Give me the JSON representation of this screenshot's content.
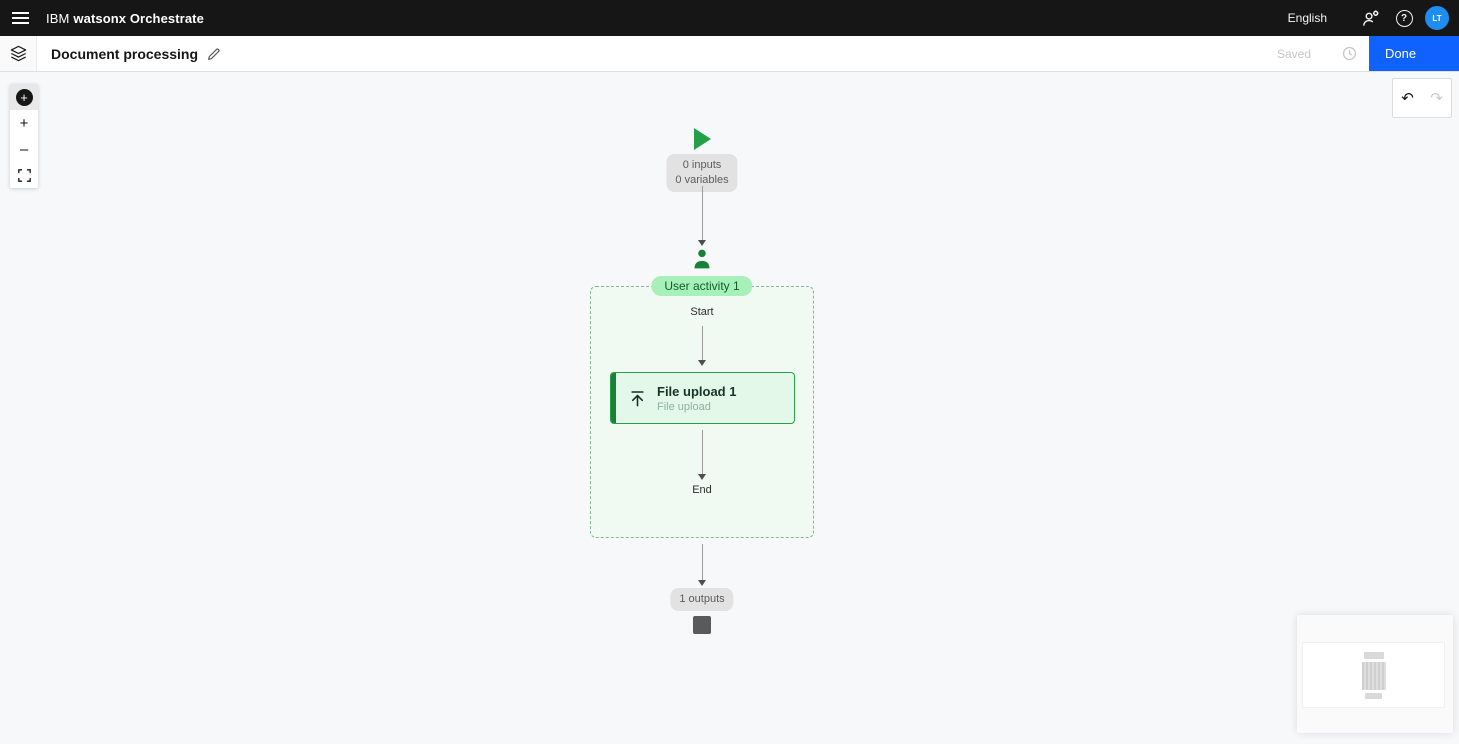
{
  "header": {
    "brand_prefix": "IBM",
    "brand_name": "watsonx Orchestrate",
    "language_label": "English",
    "avatar_initials": "LT"
  },
  "toolbar": {
    "flow_title": "Document processing",
    "saved_status": "Saved",
    "done_button": "Done"
  },
  "zoom_toolbar": {
    "add_node_glyph": "+",
    "zoom_in_glyph": "+",
    "zoom_out_glyph": "–"
  },
  "undo_redo": {
    "undo_glyph": "↶",
    "redo_glyph": "↷"
  },
  "flow": {
    "input_badge": {
      "line1": "0 inputs",
      "line2": "0 variables"
    },
    "user_activity": {
      "label": "User activity 1",
      "start_label": "Start",
      "end_label": "End",
      "node": {
        "title": "File upload 1",
        "subtitle": "File upload"
      }
    },
    "output_badge": "1 outputs"
  },
  "icons": {
    "hamburger": "menu",
    "user_settings": "person-with-gear",
    "help": "?",
    "layers": "stacked-layers",
    "edit": "pencil",
    "history": "clock",
    "fit_to_screen": "corner-brackets",
    "upload": "arrow-up-with-bar",
    "user_activity": "person",
    "start": "play-triangle",
    "end": "square"
  },
  "colors": {
    "header_bg": "#161616",
    "primary_blue": "#0f62fe",
    "green_accent": "#24a148",
    "dark_green": "#198038",
    "pill_bg": "#a7f0ba",
    "pill_text": "#0e6027",
    "node_bg": "#e4f8ea",
    "canvas_bg": "#f7f8fa",
    "avatar_blue": "#1d8ef0"
  }
}
